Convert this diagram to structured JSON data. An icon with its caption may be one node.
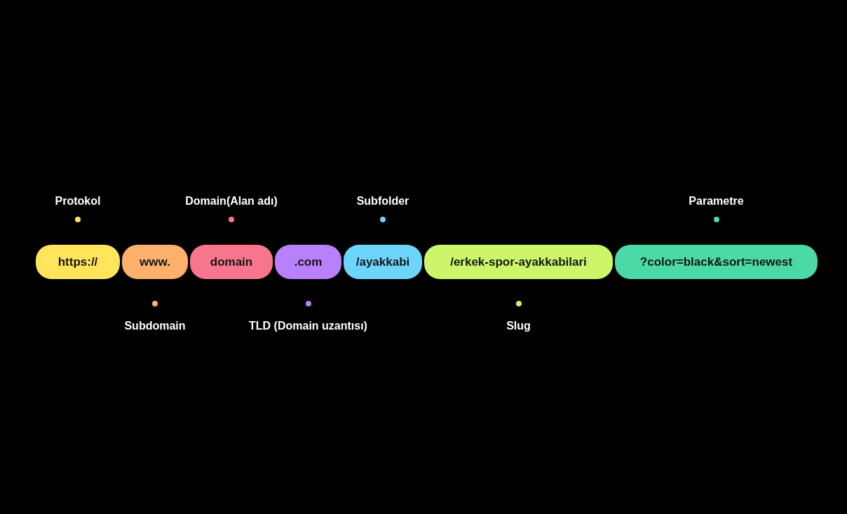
{
  "diagram": {
    "nodes": [
      {
        "text": [
          "https://"
        ],
        "beside": [
          "Protokol"
        ]
      },
      {
        "text": [
          "www."
        ],
        "beside": [
          "Subdomain"
        ]
      },
      {
        "text": [
          "domain"
        ],
        "beside": [
          "Domain(Alan adı)"
        ]
      },
      {
        "text": [
          ".com"
        ],
        "beside": [
          "TLD (Domain uzantısı)"
        ]
      },
      {
        "text": [
          "/ayakkabi"
        ],
        "beside": [
          "Subfolder"
        ]
      },
      {
        "text": [
          "/erkek-spor-ayakkabilari"
        ],
        "beside": [
          "Slug"
        ]
      },
      {
        "text": [
          "?color=black&sort=newest"
        ],
        "beside": [
          "Parametre"
        ]
      }
    ]
  }
}
